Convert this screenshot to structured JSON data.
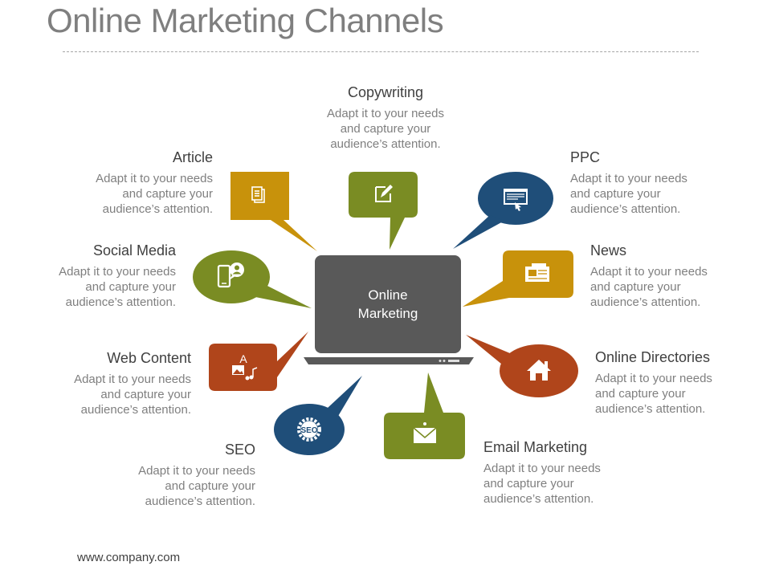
{
  "title": "Online Marketing Channels",
  "footer": "www.company.com",
  "center": {
    "line1": "Online",
    "line2": "Marketing"
  },
  "description": [
    "Adapt it to your needs",
    "and capture your",
    "audience’s attention."
  ],
  "channels": {
    "copywriting": {
      "label": "Copywriting",
      "color": "#7a8c23",
      "icon": "edit-icon"
    },
    "ppc": {
      "label": "PPC",
      "color": "#1f4e79",
      "icon": "browser-click-icon"
    },
    "news": {
      "label": "News",
      "color": "#c8920b",
      "icon": "newspaper-icon"
    },
    "directories": {
      "label": "Online Directories",
      "color": "#b0451b",
      "icon": "home-icon"
    },
    "email": {
      "label": "Email Marketing",
      "color": "#7a8c23",
      "icon": "envelope-icon"
    },
    "seo": {
      "label": "SEO",
      "color": "#1f4e79",
      "icon": "seo-gear-icon",
      "icon_text": "SEO"
    },
    "webcontent": {
      "label": "Web Content",
      "color": "#b0451b",
      "icon": "media-icon"
    },
    "social": {
      "label": "Social Media",
      "color": "#7a8c23",
      "icon": "mobile-user-icon"
    },
    "article": {
      "label": "Article",
      "color": "#c8920b",
      "icon": "document-icon"
    }
  },
  "colors": {
    "laptop": "#595959",
    "laptop_base": "#595959"
  }
}
